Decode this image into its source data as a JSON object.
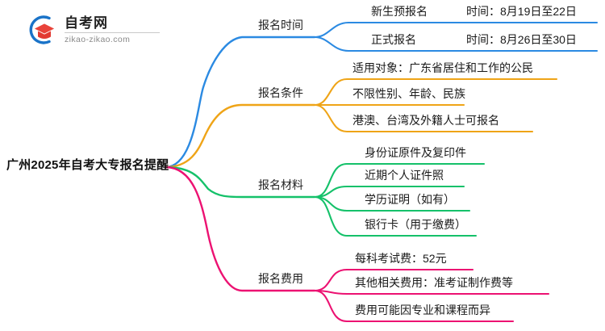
{
  "logo": {
    "name": "自考网",
    "domain": "zikao-zikao.com",
    "mark_icon": "graduation-cap-icon",
    "arc_color": "#1a73c8",
    "cap_color": "#e23a32"
  },
  "mindmap": {
    "root": {
      "label": "广州2025年自考大专报名提醒"
    },
    "colors": {
      "blue": "#2b8ae2",
      "orange": "#efa417",
      "green": "#15c16a",
      "pink": "#ec1272"
    },
    "branches": [
      {
        "label": "报名时间",
        "color": "#2b8ae2",
        "children": [
          {
            "label": "新生预报名",
            "detail": "时间：8月19日至22日"
          },
          {
            "label": "正式报名",
            "detail": "时间：8月26日至30日"
          }
        ]
      },
      {
        "label": "报名条件",
        "color": "#efa417",
        "children": [
          {
            "label": "适用对象：广东省居住和工作的公民",
            "detail": ""
          },
          {
            "label": "不限性别、年龄、民族",
            "detail": ""
          },
          {
            "label": "港澳、台湾及外籍人士可报名",
            "detail": ""
          }
        ]
      },
      {
        "label": "报名材料",
        "color": "#15c16a",
        "children": [
          {
            "label": "身份证原件及复印件",
            "detail": ""
          },
          {
            "label": "近期个人证件照",
            "detail": ""
          },
          {
            "label": "学历证明（如有）",
            "detail": ""
          },
          {
            "label": "银行卡（用于缴费）",
            "detail": ""
          }
        ]
      },
      {
        "label": "报名费用",
        "color": "#ec1272",
        "children": [
          {
            "label": "每科考试费：52元",
            "detail": ""
          },
          {
            "label": "其他相关费用：准考证制作费等",
            "detail": ""
          },
          {
            "label": "费用可能因专业和课程而异",
            "detail": ""
          }
        ]
      }
    ]
  }
}
